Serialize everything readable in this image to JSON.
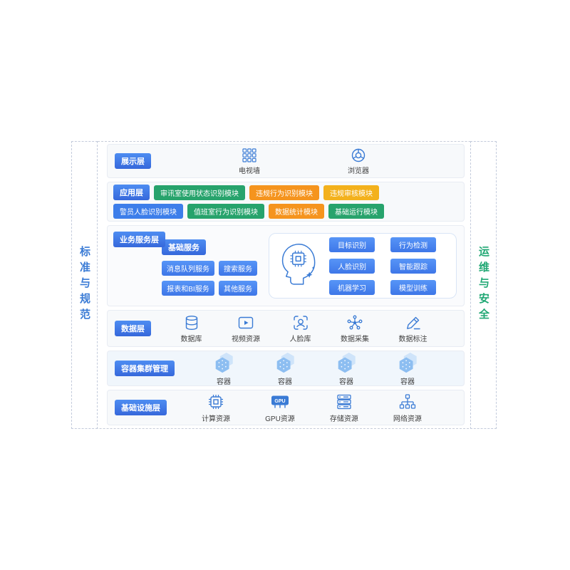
{
  "sidebars": {
    "left": {
      "label": "标准与规范",
      "color": "#3A7BD5"
    },
    "right": {
      "label": "运维与安全",
      "color": "#21A874"
    }
  },
  "layers": {
    "presentation": {
      "label": "展示层",
      "items": [
        {
          "label": "电视墙",
          "icon": "tv-wall-icon"
        },
        {
          "label": "浏览器",
          "icon": "browser-icon"
        }
      ]
    },
    "application": {
      "label": "应用层",
      "modules_row1": [
        {
          "label": "审讯室使用状态识别模块",
          "color": "green"
        },
        {
          "label": "违规行为识别模块",
          "color": "orange"
        },
        {
          "label": "违规审核模块",
          "color": "amber"
        }
      ],
      "modules_row2": [
        {
          "label": "警员人脸识别模块",
          "color": "blue"
        },
        {
          "label": "值班室行为识别模块",
          "color": "green"
        },
        {
          "label": "数据统计模块",
          "color": "orange"
        },
        {
          "label": "基础运行模块",
          "color": "green"
        }
      ]
    },
    "business_services": {
      "label": "业务服务层",
      "basic_services": {
        "label": "基础服务",
        "items": [
          "消息队列服务",
          "搜索服务",
          "报表和BI服务",
          "其他服务"
        ]
      },
      "ai_capabilities": {
        "items": [
          "目标识别",
          "行为检测",
          "人脸识别",
          "智能跟踪",
          "机器学习",
          "模型训练"
        ]
      }
    },
    "data": {
      "label": "数据层",
      "items": [
        {
          "label": "数据库",
          "icon": "database-icon"
        },
        {
          "label": "视频资源",
          "icon": "video-icon"
        },
        {
          "label": "人脸库",
          "icon": "face-library-icon"
        },
        {
          "label": "数据采集",
          "icon": "data-collect-icon"
        },
        {
          "label": "数据标注",
          "icon": "data-annotate-icon"
        }
      ]
    },
    "container_cluster": {
      "label": "容器集群管理",
      "items": [
        {
          "label": "容器"
        },
        {
          "label": "容器"
        },
        {
          "label": "容器"
        },
        {
          "label": "容器"
        }
      ]
    },
    "infrastructure": {
      "label": "基础设施层",
      "items": [
        {
          "label": "计算资源",
          "icon": "cpu-icon"
        },
        {
          "label": "GPU资源",
          "icon": "gpu-icon",
          "icon_text": "GPU"
        },
        {
          "label": "存储资源",
          "icon": "storage-icon"
        },
        {
          "label": "网络资源",
          "icon": "network-icon"
        }
      ]
    }
  },
  "colors": {
    "accent_blue": "#3D7EEA",
    "module_green": "#27A36C",
    "module_orange": "#F5941E",
    "module_amber": "#F3B11C",
    "module_blue": "#3D7EEA",
    "icon_stroke": "#3A7BD5",
    "side_left_text": "#3A7BD5",
    "side_right_text": "#21A874",
    "container_fill": "#8DBEF1"
  }
}
